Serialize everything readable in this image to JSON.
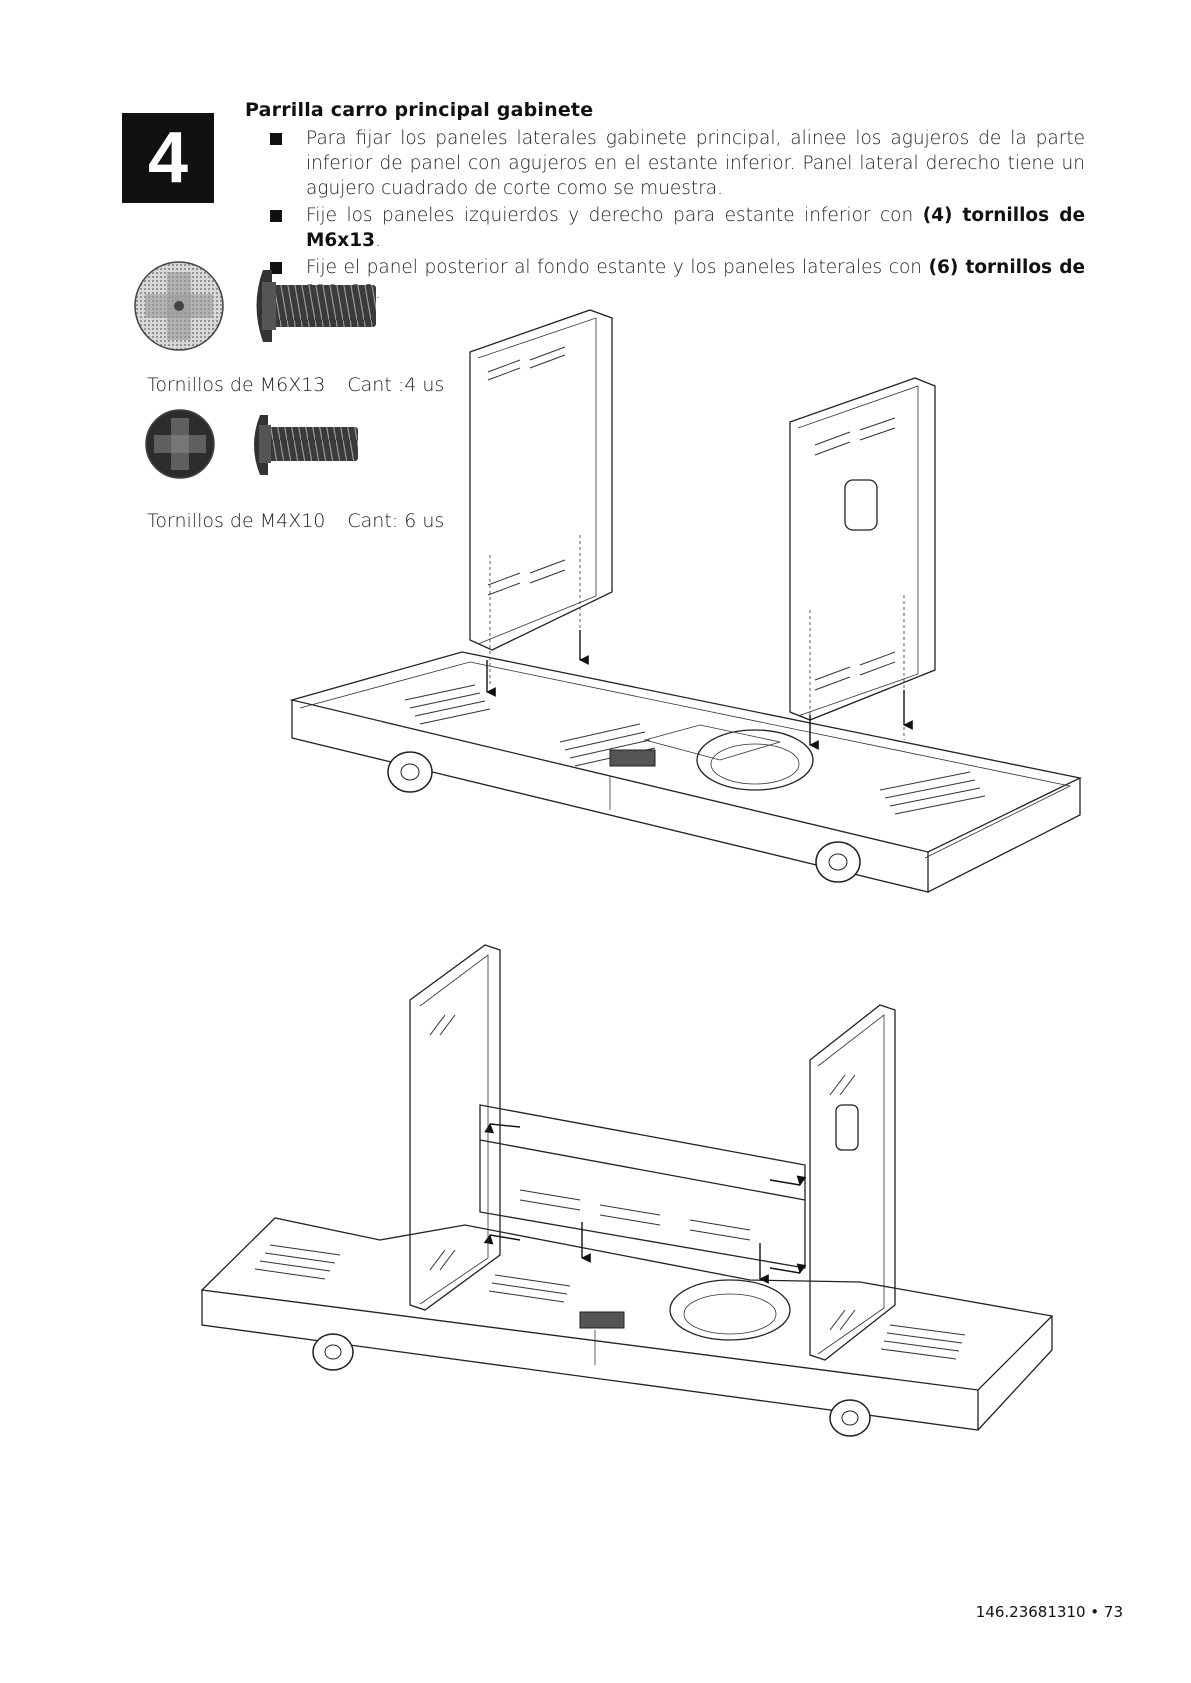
{
  "step": {
    "number": "4"
  },
  "heading": "Parrilla carro principal gabinete",
  "instructions": [
    {
      "text": "Para fijar los paneles laterales gabinete principal, alinee los agujeros de la parte inferior de panel con agujeros en el estante inferior. Panel lateral derecho tiene un agujero cuadrado de corte como se muestra.",
      "strong": "",
      "tail": ""
    },
    {
      "text": "Fije los paneles izquierdos y derecho para estante inferior con ",
      "strong": "(4) tornillos de M6x13",
      "tail": "."
    },
    {
      "text": "Fije el panel posterior al fondo estante y los paneles laterales con ",
      "strong": "(6) tornillos de M4x10",
      "tail": "."
    }
  ],
  "hardware": [
    {
      "name": "Tornillos de M6X13",
      "qty": "Cant :4 us"
    },
    {
      "name": "Tornillos de M4X10",
      "qty": "Cant: 6 us"
    }
  ],
  "footer": {
    "page": "146.23681310 • 73"
  }
}
